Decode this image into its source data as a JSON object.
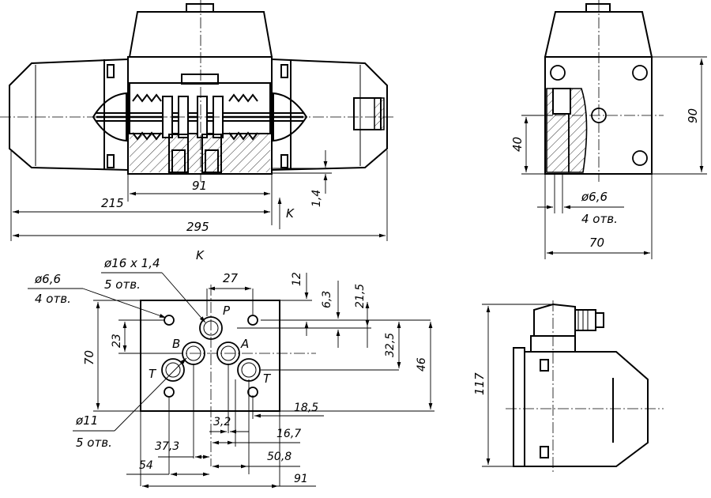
{
  "front_view": {
    "dims": {
      "d215": "215",
      "d295": "295",
      "d91": "91",
      "d1_4": "1,4"
    },
    "view_marker": "K"
  },
  "side_view": {
    "dims": {
      "d40": "40",
      "d90": "90",
      "d70": "70"
    },
    "hole_callout": {
      "size": "ø6,6",
      "count": "4 отв."
    }
  },
  "view_k": {
    "title": "K",
    "port_labels": {
      "p": "P",
      "a": "A",
      "b": "B",
      "t_left": "T",
      "t_right": "T"
    },
    "callout_mount_holes": {
      "size": "ø6,6",
      "count": "4 отв."
    },
    "callout_p_ports": {
      "size": "ø16 x 1,4",
      "count": "5 отв."
    },
    "callout_ports": {
      "size": "ø11",
      "count": "5 отв."
    },
    "dims": {
      "d27": "27",
      "d12": "12",
      "d6_3": "6,3",
      "d21_5": "21,5",
      "d70": "70",
      "d23": "23",
      "d32_5": "32,5",
      "d46": "46",
      "d18_5": "18,5",
      "d3_2": "3,2",
      "d16_7": "16,7",
      "d37_3": "37,3",
      "d50_8": "50,8",
      "d54": "54",
      "d91": "91"
    }
  },
  "top_view": {
    "dims": {
      "d117": "117"
    }
  }
}
